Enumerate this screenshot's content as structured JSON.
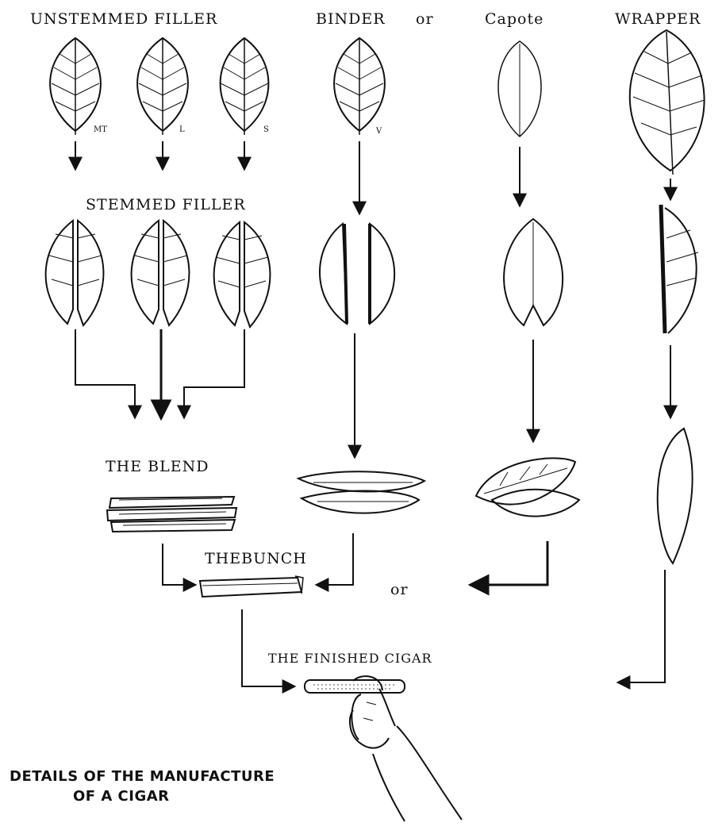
{
  "labels": {
    "unstemmed_filler": "UNSTEMMED FILLER",
    "binder": "BINDER",
    "or_top": "or",
    "capote": "Capote",
    "wrapper": "WRAPPER",
    "stemmed_filler": "STEMMED FILLER",
    "the_blend": "THE BLEND",
    "the_bunch": "THEBUNCH",
    "or_middle": "or",
    "finished_cigar": "THE FINISHED CIGAR",
    "caption_line1": "DETAILS OF THE MANUFACTURE",
    "caption_line2": "OF A CIGAR"
  },
  "leaf_marks": {
    "mt": "MT",
    "l": "L",
    "s": "S",
    "v": "V"
  },
  "colors": {
    "ink": "#111111",
    "paper": "#ffffff"
  }
}
